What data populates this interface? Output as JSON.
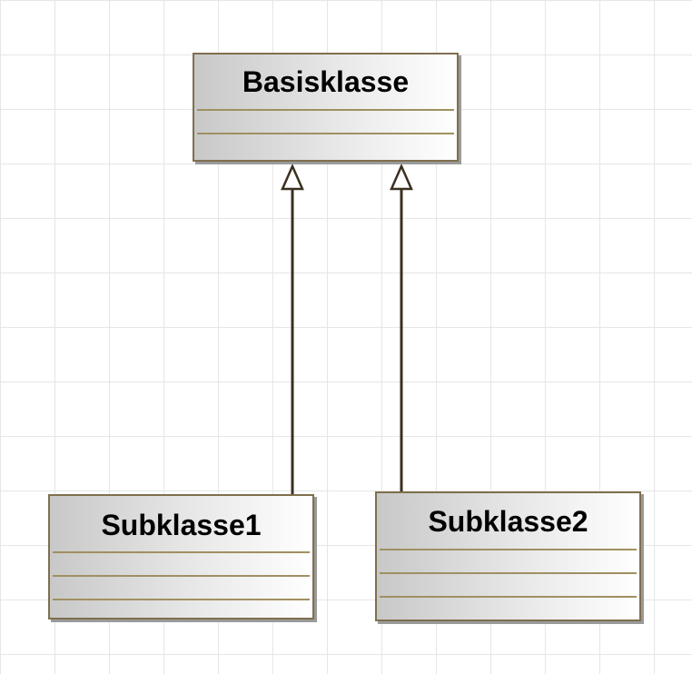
{
  "diagram": {
    "classes": [
      {
        "id": "basis",
        "name": "Basisklasse"
      },
      {
        "id": "sub1",
        "name": "Subklasse1"
      },
      {
        "id": "sub2",
        "name": "Subklasse2"
      }
    ],
    "relationships": [
      {
        "type": "generalization",
        "from": "Subklasse1",
        "to": "Basisklasse"
      },
      {
        "type": "generalization",
        "from": "Subklasse2",
        "to": "Basisklasse"
      }
    ],
    "colors": {
      "class_border": "#7f6f4f",
      "compartment_line": "#a09060",
      "connector": "#3a3020",
      "grid": "#e6e6e6"
    }
  }
}
